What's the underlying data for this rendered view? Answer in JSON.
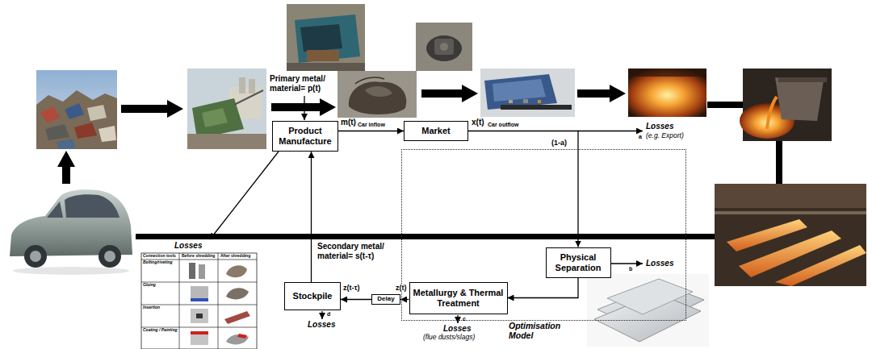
{
  "diagram": {
    "nodes": [
      {
        "text": [
          "Product Manufacture"
        ]
      },
      {
        "text": [
          "Market"
        ]
      },
      {
        "text": [
          "Optimisation Model"
        ]
      },
      {
        "text": [
          "Physical Separation"
        ],
        "in": 2
      },
      {
        "text": [
          "Metallurgy & Thermal Treatment"
        ],
        "in": 2
      },
      {
        "text": [
          "Delay"
        ]
      },
      {
        "text": [
          "Stockpile"
        ]
      }
    ],
    "edges": [
      {
        "from": 0,
        "to": 1,
        "arrow": "to",
        "label": "m(t)"
      },
      {
        "from": 1,
        "to": 3,
        "arrow": "to",
        "label": "(1-a)"
      },
      {
        "from": 3,
        "to": 4,
        "arrow": "to"
      },
      {
        "from": 4,
        "to": 5,
        "arrow": "to",
        "label": "z(t)"
      },
      {
        "from": 5,
        "to": 6,
        "arrow": "to",
        "label": "z(t-τ)"
      },
      {
        "from": 6,
        "to": 0,
        "arrow": "to",
        "label": "Secondary metal/ material= s(t-τ)"
      }
    ],
    "labels": [
      "Primary metal/ material= p(t)",
      "Car inflow",
      "x(t)",
      "Car outflow",
      "Losses",
      "(e.g. Export)",
      "a",
      "Losses",
      "Losses",
      "b",
      "Losses",
      "(flue dusts/slags)",
      "c",
      "Losses",
      "d",
      "Connection tools",
      "Before shredding",
      "After shredding",
      "Bolting/riveting",
      "Gluing",
      "Insertion",
      "Coating / Painting"
    ]
  }
}
